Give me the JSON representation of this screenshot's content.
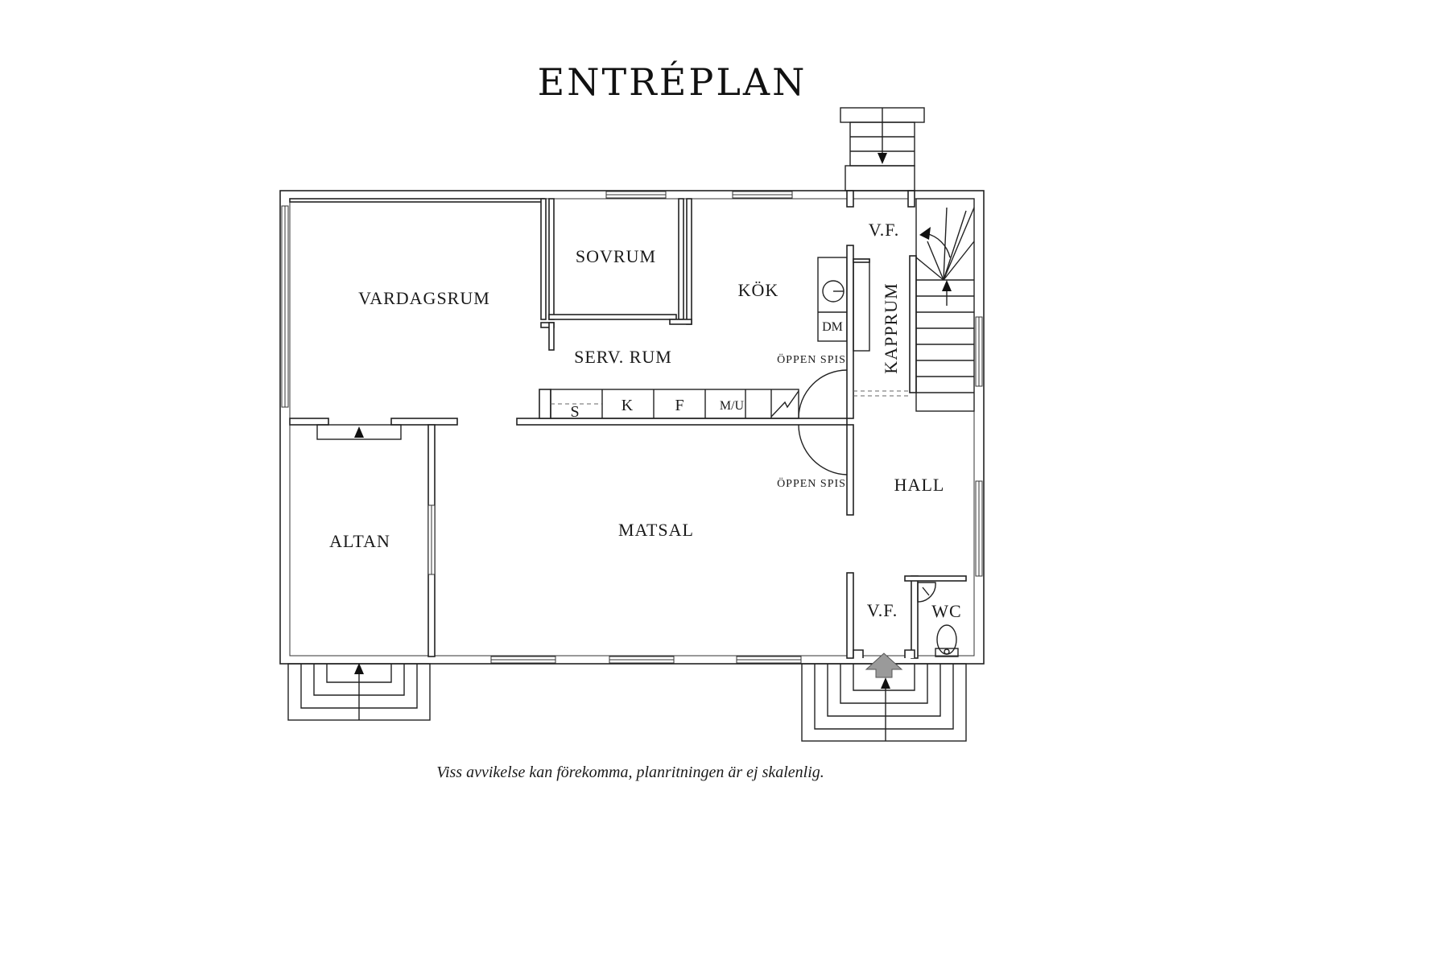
{
  "title": "ENTRÉPLAN",
  "rooms": {
    "vardagsrum": "VARDAGSRUM",
    "sovrum": "SOVRUM",
    "kok": "KÖK",
    "serv_rum": "SERV. RUM",
    "altan": "ALTAN",
    "matsal": "MATSAL",
    "hall": "HALL",
    "kapprum": "KAPPRUM",
    "vf_top": "V.F.",
    "vf_bottom": "V.F.",
    "wc": "WC"
  },
  "fixtures": {
    "dm": "DM",
    "oppen_spis_top": "ÖPPEN SPIS",
    "oppen_spis_bottom": "ÖPPEN SPIS",
    "cabinets": [
      "S",
      "K",
      "F",
      "M/U"
    ]
  },
  "disclaimer": "Viss avvikelse kan förekomma, planritningen är ej skalenlig.",
  "colors": {
    "line": "#222222",
    "entry_arrow": "#9a9a9a",
    "background": "#ffffff"
  }
}
